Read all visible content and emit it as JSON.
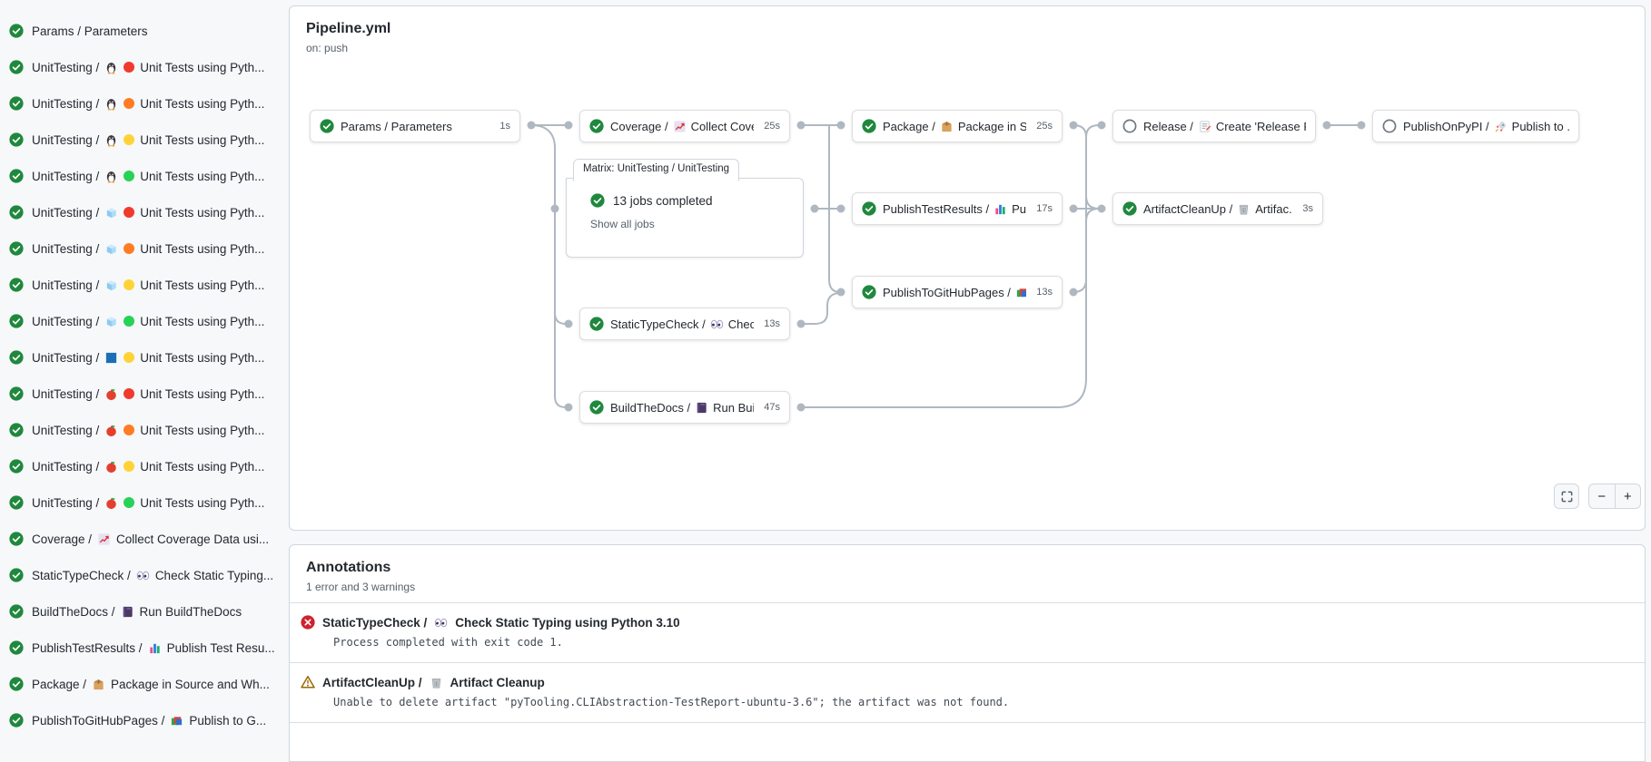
{
  "colors": {
    "page_bg": "#f6f8fa",
    "card_border": "#d0d7de",
    "text": "#24292f",
    "muted": "#57606a",
    "success": "#1f883d",
    "skipped": "#6e7781",
    "connector": "#afb8c1",
    "error": "#cf222e",
    "warning": "#9a6700",
    "py_red": "#ef3b2d",
    "py_orange": "#ff7c24",
    "py_yellow": "#ffd337",
    "py_green": "#28d258"
  },
  "header": {
    "title": "Pipeline.yml",
    "trigger": "on: push"
  },
  "sidebar": {
    "items": [
      {
        "status": "success",
        "prefix": "Params / Parameters",
        "icon": null,
        "dot": null,
        "suffix": ""
      },
      {
        "status": "success",
        "prefix": "UnitTesting /",
        "icon": "penguin",
        "dot": "#ef3b2d",
        "suffix": "Unit Tests using Pyth..."
      },
      {
        "status": "success",
        "prefix": "UnitTesting /",
        "icon": "penguin",
        "dot": "#ff7c24",
        "suffix": "Unit Tests using Pyth..."
      },
      {
        "status": "success",
        "prefix": "UnitTesting /",
        "icon": "penguin",
        "dot": "#ffd337",
        "suffix": "Unit Tests using Pyth..."
      },
      {
        "status": "success",
        "prefix": "UnitTesting /",
        "icon": "penguin",
        "dot": "#28d258",
        "suffix": "Unit Tests using Pyth..."
      },
      {
        "status": "success",
        "prefix": "UnitTesting /",
        "icon": "ice-cube",
        "dot": "#ef3b2d",
        "suffix": "Unit Tests using Pyth..."
      },
      {
        "status": "success",
        "prefix": "UnitTesting /",
        "icon": "ice-cube",
        "dot": "#ff7c24",
        "suffix": "Unit Tests using Pyth..."
      },
      {
        "status": "success",
        "prefix": "UnitTesting /",
        "icon": "ice-cube",
        "dot": "#ffd337",
        "suffix": "Unit Tests using Pyth..."
      },
      {
        "status": "success",
        "prefix": "UnitTesting /",
        "icon": "ice-cube",
        "dot": "#28d258",
        "suffix": "Unit Tests using Pyth..."
      },
      {
        "status": "success",
        "prefix": "UnitTesting /",
        "icon": "blue-square",
        "dot": "#ffd337",
        "suffix": "Unit Tests using Pyth..."
      },
      {
        "status": "success",
        "prefix": "UnitTesting /",
        "icon": "apple",
        "dot": "#ef3b2d",
        "suffix": "Unit Tests using Pyth..."
      },
      {
        "status": "success",
        "prefix": "UnitTesting /",
        "icon": "apple",
        "dot": "#ff7c24",
        "suffix": "Unit Tests using Pyth..."
      },
      {
        "status": "success",
        "prefix": "UnitTesting /",
        "icon": "apple",
        "dot": "#ffd337",
        "suffix": "Unit Tests using Pyth..."
      },
      {
        "status": "success",
        "prefix": "UnitTesting /",
        "icon": "apple",
        "dot": "#28d258",
        "suffix": "Unit Tests using Pyth..."
      },
      {
        "status": "success",
        "prefix": "Coverage /",
        "icon": "chart-increasing",
        "dot": null,
        "suffix": "Collect Coverage Data usi..."
      },
      {
        "status": "success",
        "prefix": "StaticTypeCheck /",
        "icon": "eyes",
        "dot": null,
        "suffix": "Check Static Typing..."
      },
      {
        "status": "success",
        "prefix": "BuildTheDocs /",
        "icon": "book",
        "dot": null,
        "suffix": "Run BuildTheDocs"
      },
      {
        "status": "success",
        "prefix": "PublishTestResults /",
        "icon": "bar-chart",
        "dot": null,
        "suffix": "Publish Test Resu..."
      },
      {
        "status": "success",
        "prefix": "Package /",
        "icon": "package",
        "dot": null,
        "suffix": "Package in Source and Wh..."
      },
      {
        "status": "success",
        "prefix": "PublishToGitHubPages /",
        "icon": "layered-pages",
        "dot": null,
        "suffix": "Publish to G..."
      }
    ]
  },
  "graph": {
    "matrix": {
      "tab_label": "Matrix: UnitTesting / UnitTesting",
      "status": "success",
      "jobs_text": "13 jobs completed",
      "link_text": "Show all jobs"
    },
    "nodes": {
      "params": {
        "status": "success",
        "prefix": "Params / Parameters",
        "icon": null,
        "suffix": "",
        "duration": "1s"
      },
      "coverage": {
        "status": "success",
        "prefix": "Coverage /",
        "icon": "chart-increasing",
        "suffix": "Collect Cove...",
        "duration": "25s"
      },
      "package": {
        "status": "success",
        "prefix": "Package /",
        "icon": "package",
        "suffix": "Package in So...",
        "duration": "25s"
      },
      "release": {
        "status": "skipped",
        "prefix": "Release /",
        "icon": "memo",
        "suffix": "Create 'Release P...",
        "duration": ""
      },
      "publishonpypi": {
        "status": "skipped",
        "prefix": "PublishOnPyPI /",
        "icon": "rocket",
        "suffix": "Publish to ...",
        "duration": ""
      },
      "publishtestresults": {
        "status": "success",
        "prefix": "PublishTestResults /",
        "icon": "bar-chart",
        "suffix": "Pu...",
        "duration": "17s"
      },
      "artifactcleanup": {
        "status": "success",
        "prefix": "ArtifactCleanUp /",
        "icon": "trash",
        "suffix": "Artifac...",
        "duration": "3s"
      },
      "publishtogithubpages": {
        "status": "success",
        "prefix": "PublishToGitHubPages /",
        "icon": "layered-pages",
        "suffix": "...",
        "duration": "13s"
      },
      "statictypecheck": {
        "status": "success",
        "prefix": "StaticTypeCheck /",
        "icon": "eyes",
        "suffix": "Chec...",
        "duration": "13s"
      },
      "buildthedocs": {
        "status": "success",
        "prefix": "BuildTheDocs /",
        "icon": "book",
        "suffix": "Run Buil...",
        "duration": "47s"
      }
    }
  },
  "controls": {
    "zoom_out": "−",
    "zoom_in": "+"
  },
  "annotations": {
    "title": "Annotations",
    "summary": "1 error and 3 warnings",
    "items": [
      {
        "severity": "error",
        "job": "StaticTypeCheck /",
        "icon": "eyes",
        "title": "Check Static Typing using Python 3.10",
        "message": "Process completed with exit code 1."
      },
      {
        "severity": "warning",
        "job": "ArtifactCleanUp /",
        "icon": "trash",
        "title": "Artifact Cleanup",
        "message": "Unable to delete artifact \"pyTooling.CLIAbstraction-TestReport-ubuntu-3.6\"; the artifact was not found."
      }
    ]
  }
}
